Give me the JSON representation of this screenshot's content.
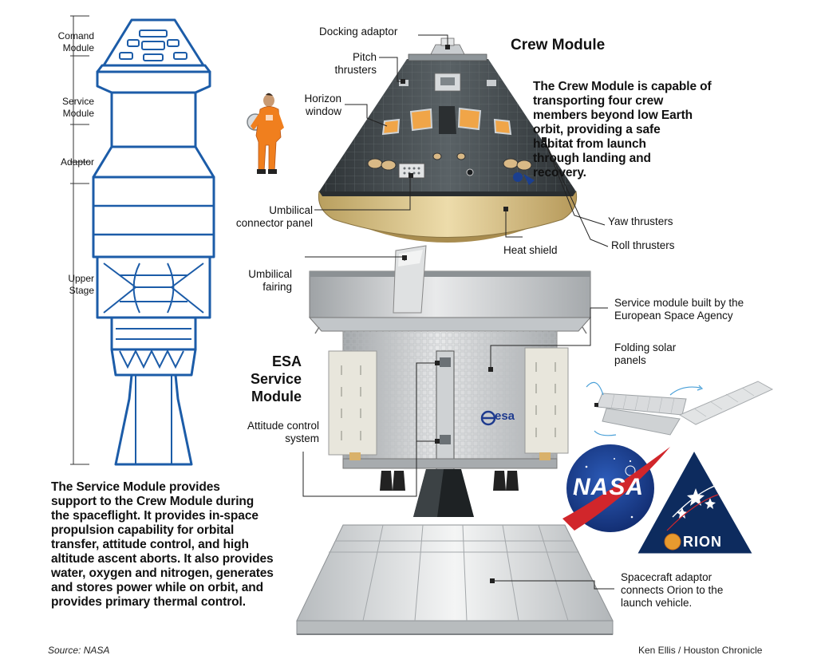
{
  "rocket_labels": {
    "command_module": "Comand\nModule",
    "service_module": "Service\nModule",
    "adaptor": "Adaptor",
    "upper_stage": "Upper\nStage"
  },
  "crew_module": {
    "title": "Crew Module",
    "description": "The Crew Module is capable of\n  transporting four crew\n    members beyond low Earth\n      orbit, providing a safe\n        habitat from launch\n          through landing and\n            recovery.",
    "labels": {
      "docking_adaptor": "Docking adaptor",
      "pitch_thrusters": "Pitch\nthrusters",
      "horizon_window": "Horizon\nwindow",
      "umbilical_connector_panel": "Umbilical\nconnector panel",
      "heat_shield": "Heat shield",
      "yaw_thrusters": "Yaw thrusters",
      "roll_thrusters": "Roll thrusters"
    }
  },
  "service_module": {
    "title": "ESA\nService\nModule",
    "labels": {
      "umbilical_fairing": "Umbilical\nfairing",
      "built_by": "Service module built by the\nEuropean Space Agency",
      "folding_solar_panels": "Folding solar\npanels",
      "attitude_control_system": "Attitude control\nsystem",
      "esa_logo": "esa"
    },
    "description": "The Service Module provides\nsupport to the Crew Module during\nthe spaceflight. It provides in-space\npropulsion capability for orbital\ntransfer, attitude control, and high\naltitude ascent aborts. It also provides\nwater, oxygen and nitrogen, generates\nand stores power while on orbit, and\nprovides primary thermal control."
  },
  "adaptor": {
    "label": "Spacecraft adaptor\nconnects Orion to the\nlaunch vehicle."
  },
  "logos": {
    "nasa": "NASA",
    "orion": "RION"
  },
  "footer": {
    "source": "Source: NASA",
    "credit": "Ken Ellis / Houston Chronicle"
  },
  "colors": {
    "outline_blue": "#1c5ca8",
    "nasa_blue": "#1b3f8f",
    "nasa_red": "#d1262b",
    "orion_navy": "#0d2b5e",
    "suit_orange": "#f07f1e",
    "heat_shield_tan": "#d9c28a",
    "capsule_dark": "#3f4548"
  }
}
